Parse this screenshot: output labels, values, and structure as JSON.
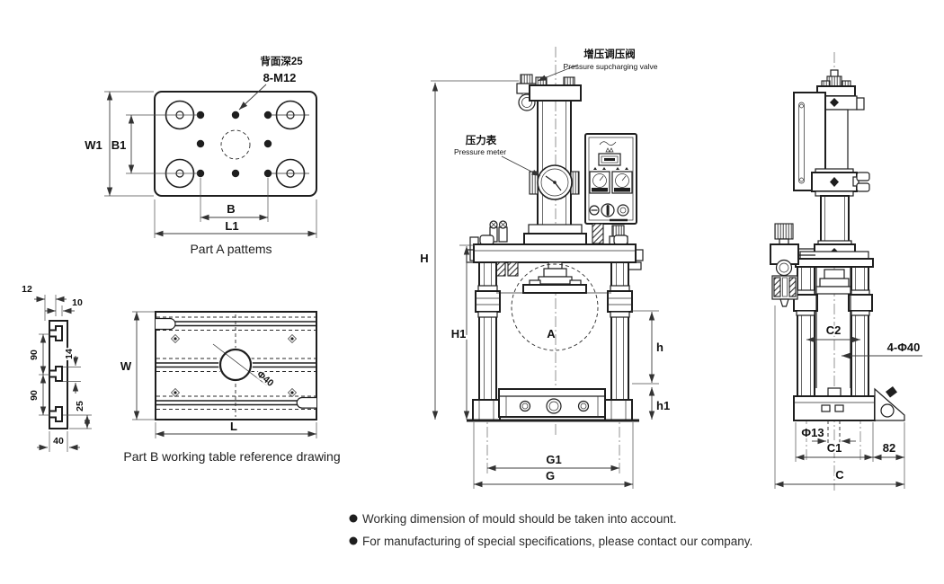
{
  "part_a": {
    "caption": "Part A pattems",
    "depth_label": "背面深25",
    "thread_label": "8-M12",
    "dim_w1": "W1",
    "dim_b1": "B1",
    "dim_b": "B",
    "dim_l1": "L1"
  },
  "part_b_section": {
    "dim_top_offset": "12",
    "dim_slot_neck": "10",
    "dim_pitch_upper": "90",
    "dim_slot_width": "14",
    "dim_pitch_lower": "90",
    "dim_bottom": "25",
    "dim_thickness": "40"
  },
  "part_b_table": {
    "caption": "Part B working table reference drawing",
    "dim_w": "W",
    "dim_l": "L",
    "center_hole": "Φ40"
  },
  "front_view": {
    "valve_label_cn": "增压调压阀",
    "valve_label_en": "Pressure supcharging valve",
    "meter_label_cn": "压力表",
    "meter_label_en": "Pressure meter",
    "ram_area_label": "A",
    "dim_height_total": "H",
    "dim_height_frame": "H1",
    "dim_daylight": "h",
    "dim_table_height": "h1",
    "dim_width_inner": "G1",
    "dim_width_outer": "G"
  },
  "side_view": {
    "dim_column_span": "C2",
    "columns_note": "4-Φ40",
    "anchor_hole": "Φ13",
    "dim_base_inner": "C1",
    "dim_overhang": "82",
    "dim_depth_total": "C"
  },
  "notes": [
    "Working dimension of mould should be taken into account.",
    "For manufacturing of special specifications, please contact our company."
  ],
  "colors": {
    "line": "#1e1e1e",
    "background": "#ffffff"
  }
}
